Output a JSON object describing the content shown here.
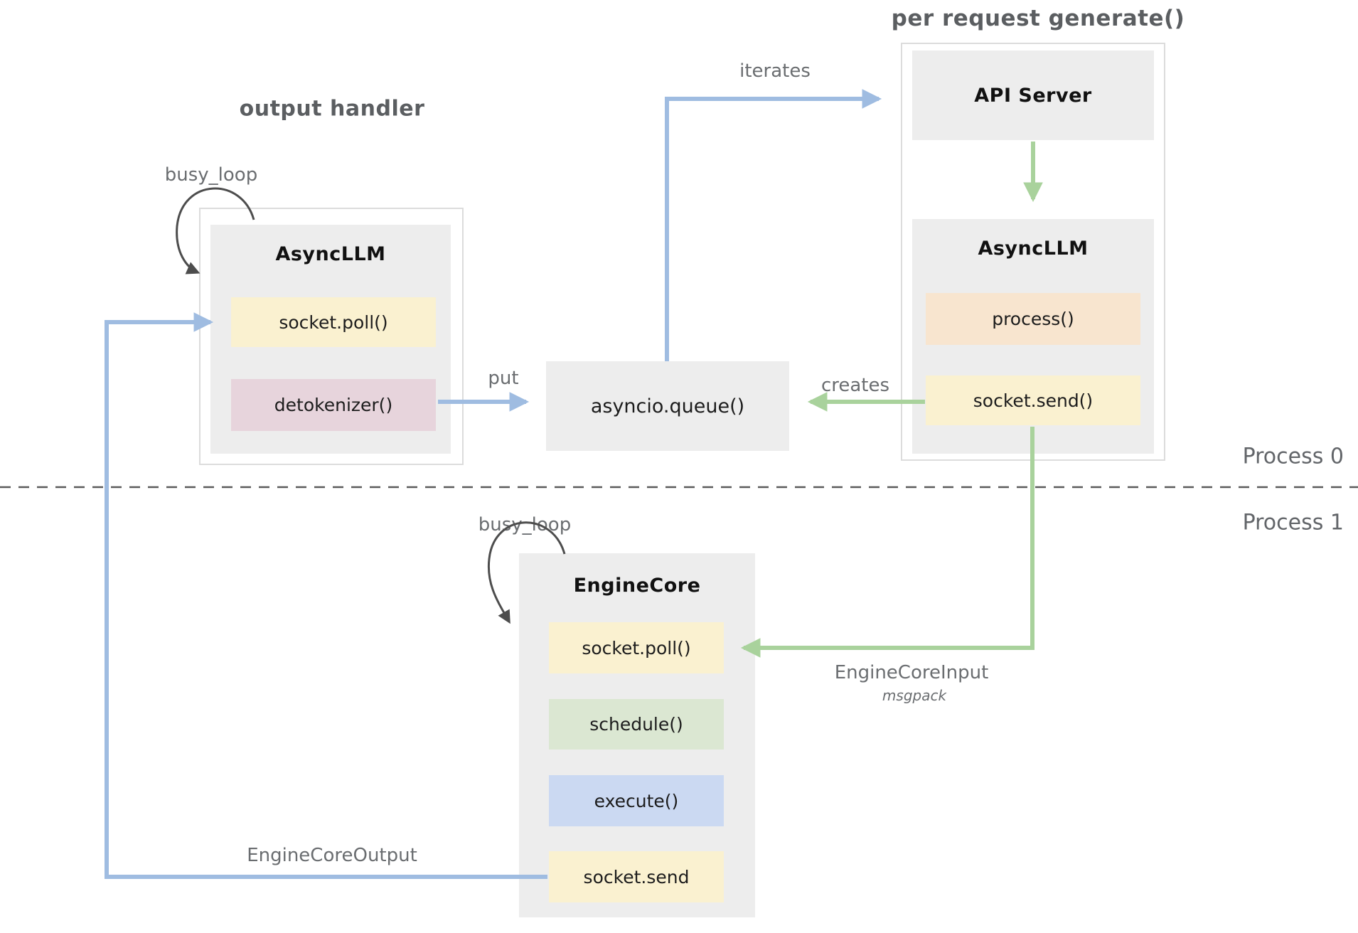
{
  "titles": {
    "output_handler": "output handler",
    "per_request_generate": "per request generate()"
  },
  "process_labels": {
    "p0": "Process 0",
    "p1": "Process 1"
  },
  "edge_labels": {
    "busy_loop_left": "busy_loop",
    "busy_loop_engine": "busy_loop",
    "iterates": "iterates",
    "put": "put",
    "creates": "creates",
    "engine_core_input": "EngineCoreInput",
    "engine_core_input_format": "msgpack",
    "engine_core_output": "EngineCoreOutput"
  },
  "nodes": {
    "api_server": {
      "title": "API Server"
    },
    "async_llm_right": {
      "title": "AsyncLLM",
      "methods": [
        "process()",
        "socket.send()"
      ]
    },
    "async_llm_left": {
      "title": "AsyncLLM",
      "methods": [
        "socket.poll()",
        "detokenizer()"
      ]
    },
    "queue": {
      "title": "asyncio.queue()"
    },
    "engine_core": {
      "title": "EngineCore",
      "methods": [
        "socket.poll()",
        "schedule()",
        "execute()",
        "socket.send"
      ]
    }
  },
  "colors": {
    "box_gray": "#ededed",
    "chip_yellow": "#faf1d0",
    "chip_pink": "#e7d4dc",
    "chip_peach": "#f8e5cf",
    "chip_green": "#dbe7d2",
    "chip_blue": "#cbd9f2",
    "arrow_blue": "#9fbce1",
    "arrow_green": "#a9d29c",
    "arrow_dark": "#4d4d4d"
  }
}
